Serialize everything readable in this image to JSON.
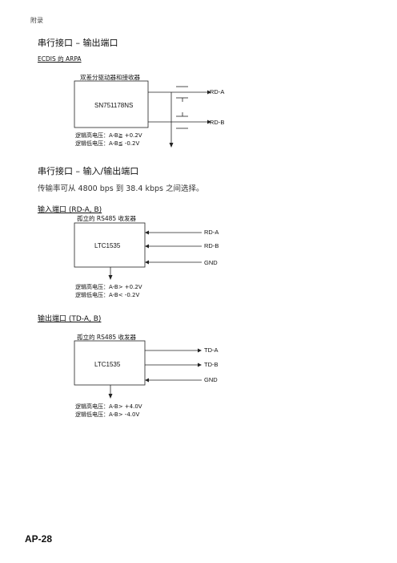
{
  "header": {
    "text": "附录"
  },
  "section1": {
    "title": "串行接口 – 输出端口",
    "subtitle": "ECDIS 的 ARPA",
    "diagram": {
      "caption": "双差分驱动器和接收器",
      "chip": "SN751178NS",
      "outputs": [
        "RD-A",
        "RD-B"
      ],
      "logic_high": "逻辑高电压：A-B≧ +0.2V",
      "logic_low": "逻辑低电压：A-B≦ -0.2V"
    }
  },
  "section2": {
    "title": "串行接口 – 输入/输出端口",
    "note": "传输率可从 4800 bps 到 38.4 kbps 之间选择。",
    "input_port": {
      "heading": "输入端口 (RD-A, B)",
      "caption": "孤立的 RS485 收发器",
      "chip": "LTC1535",
      "pins": [
        "RD-A",
        "RD-B",
        "GND"
      ],
      "logic_high": "逻辑高电压：A-B> +0.2V",
      "logic_low": "逻辑低电压：A-B< -0.2V"
    },
    "output_port": {
      "heading": "输出端口 (TD-A, B)",
      "caption": "孤立的 RS485 收发器",
      "chip": "LTC1535",
      "pins": [
        "TD-A",
        "TD-B",
        "GND"
      ],
      "logic_high": "逻辑高电压：A-B> +4.0V",
      "logic_low": "逻辑低电压：A-B> -4.0V"
    }
  },
  "footer": {
    "page": "AP-28"
  }
}
